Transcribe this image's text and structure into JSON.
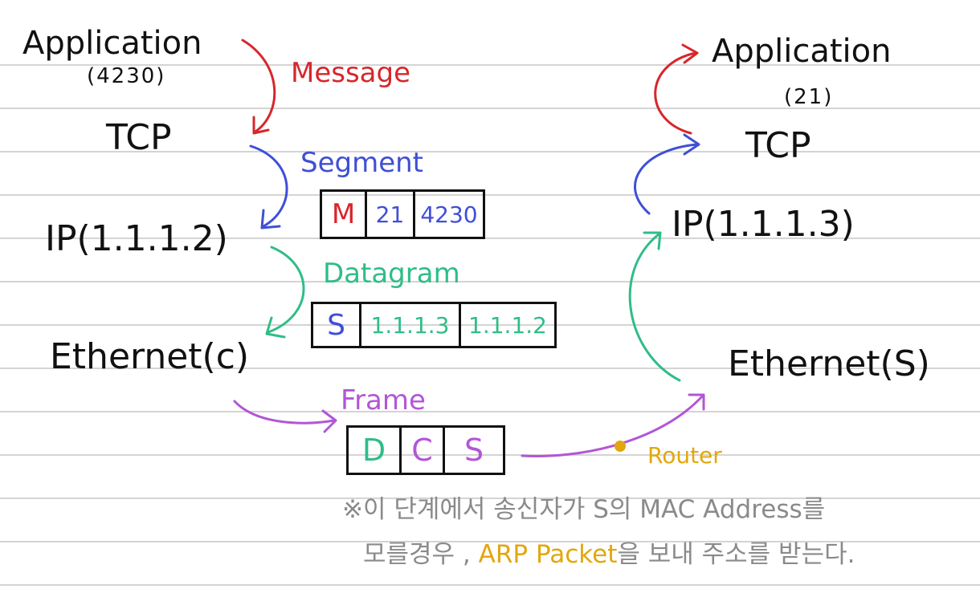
{
  "sender": {
    "application": "Application",
    "application_port": "(4230)",
    "tcp": "TCP",
    "ip": "IP(1.1.1.2)",
    "ethernet": "Ethernet(c)"
  },
  "receiver": {
    "application": "Application",
    "application_port": "(21)",
    "tcp": "TCP",
    "ip": "IP(1.1.1.3)",
    "ethernet": "Ethernet(S)"
  },
  "pdu_labels": {
    "message": "Message",
    "segment": "Segment",
    "datagram": "Datagram",
    "frame": "Frame",
    "router": "Router"
  },
  "segment_box": [
    "M",
    "21",
    "4230"
  ],
  "datagram_box": [
    "S",
    "1.1.1.3",
    "1.1.1.2"
  ],
  "frame_box": [
    "D",
    "C",
    "S"
  ],
  "note": {
    "line1": "※이 단계에서 송신자가 S의 MAC Address를",
    "line2_prefix": "모를경우 , ",
    "line2_highlight": "ARP Packet",
    "line2_suffix": "을 보내 주소를 받는다."
  },
  "colors": {
    "message": "#d8262b",
    "segment": "#3f4fd6",
    "datagram": "#2fbd87",
    "frame": "#b256d6",
    "router": "#e2a70d",
    "note": "#8a8a8a"
  }
}
